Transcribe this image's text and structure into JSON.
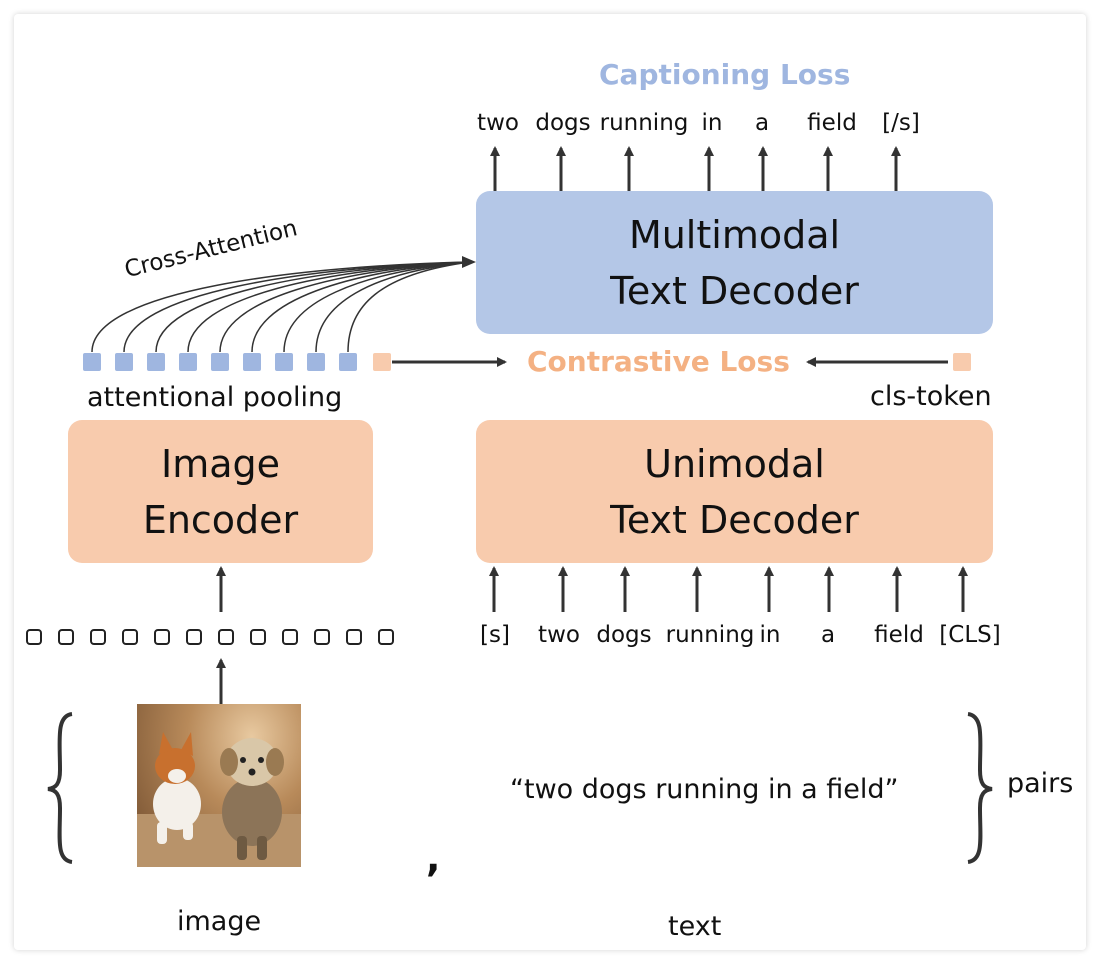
{
  "captioning_loss": "Captioning Loss",
  "contrastive_loss": "Contrastive Loss",
  "cross_attention": "Cross-Attention",
  "multimodal_decoder": {
    "line1": "Multimodal",
    "line2": "Text Decoder"
  },
  "unimodal_decoder": {
    "line1": "Unimodal",
    "line2": "Text Decoder"
  },
  "image_encoder": {
    "line1": "Image",
    "line2": "Encoder"
  },
  "output_tokens": [
    "two",
    "dogs",
    "running",
    "in",
    "a",
    "field",
    "[/s]"
  ],
  "input_tokens": [
    "[s]",
    "two",
    "dogs",
    "running",
    "in",
    "a",
    "field",
    "[CLS]"
  ],
  "attentional_pooling": "attentional pooling",
  "cls_token": "cls-token",
  "caption_text": "“two dogs running in a field”",
  "comma": ",",
  "pairs": "pairs",
  "image_label": "image",
  "text_label": "text",
  "colors": {
    "multimodal": "#b4c7e7",
    "encoder": "#f8cbad",
    "captioning_loss": "#9fb6e0",
    "contrastive_loss": "#f4b183"
  }
}
